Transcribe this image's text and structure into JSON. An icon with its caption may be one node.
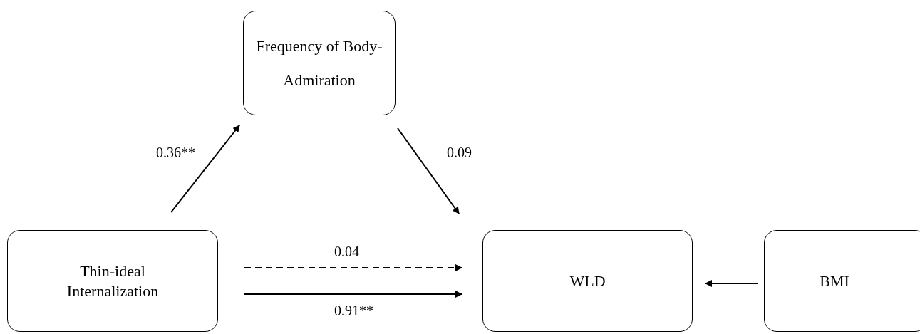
{
  "diagram": {
    "nodes": [
      {
        "text": [
          "Frequency of Body-Admiration"
        ]
      },
      {
        "text": [
          "Thin-ideal Internalization"
        ]
      },
      {
        "text": [
          "WLD"
        ]
      },
      {
        "text": [
          "BMI"
        ]
      }
    ],
    "edges": [
      {
        "from": 1,
        "to": 0,
        "arrow": "to",
        "label": "0.36**"
      },
      {
        "from": 0,
        "to": 2,
        "arrow": "to",
        "label": "0.09"
      },
      {
        "from": 1,
        "to": 2,
        "arrow": "to",
        "label": "0.04",
        "style": "dashed"
      },
      {
        "from": 1,
        "to": 2,
        "arrow": "to",
        "label": "0.91**"
      },
      {
        "from": 3,
        "to": 2,
        "arrow": "to"
      }
    ]
  }
}
